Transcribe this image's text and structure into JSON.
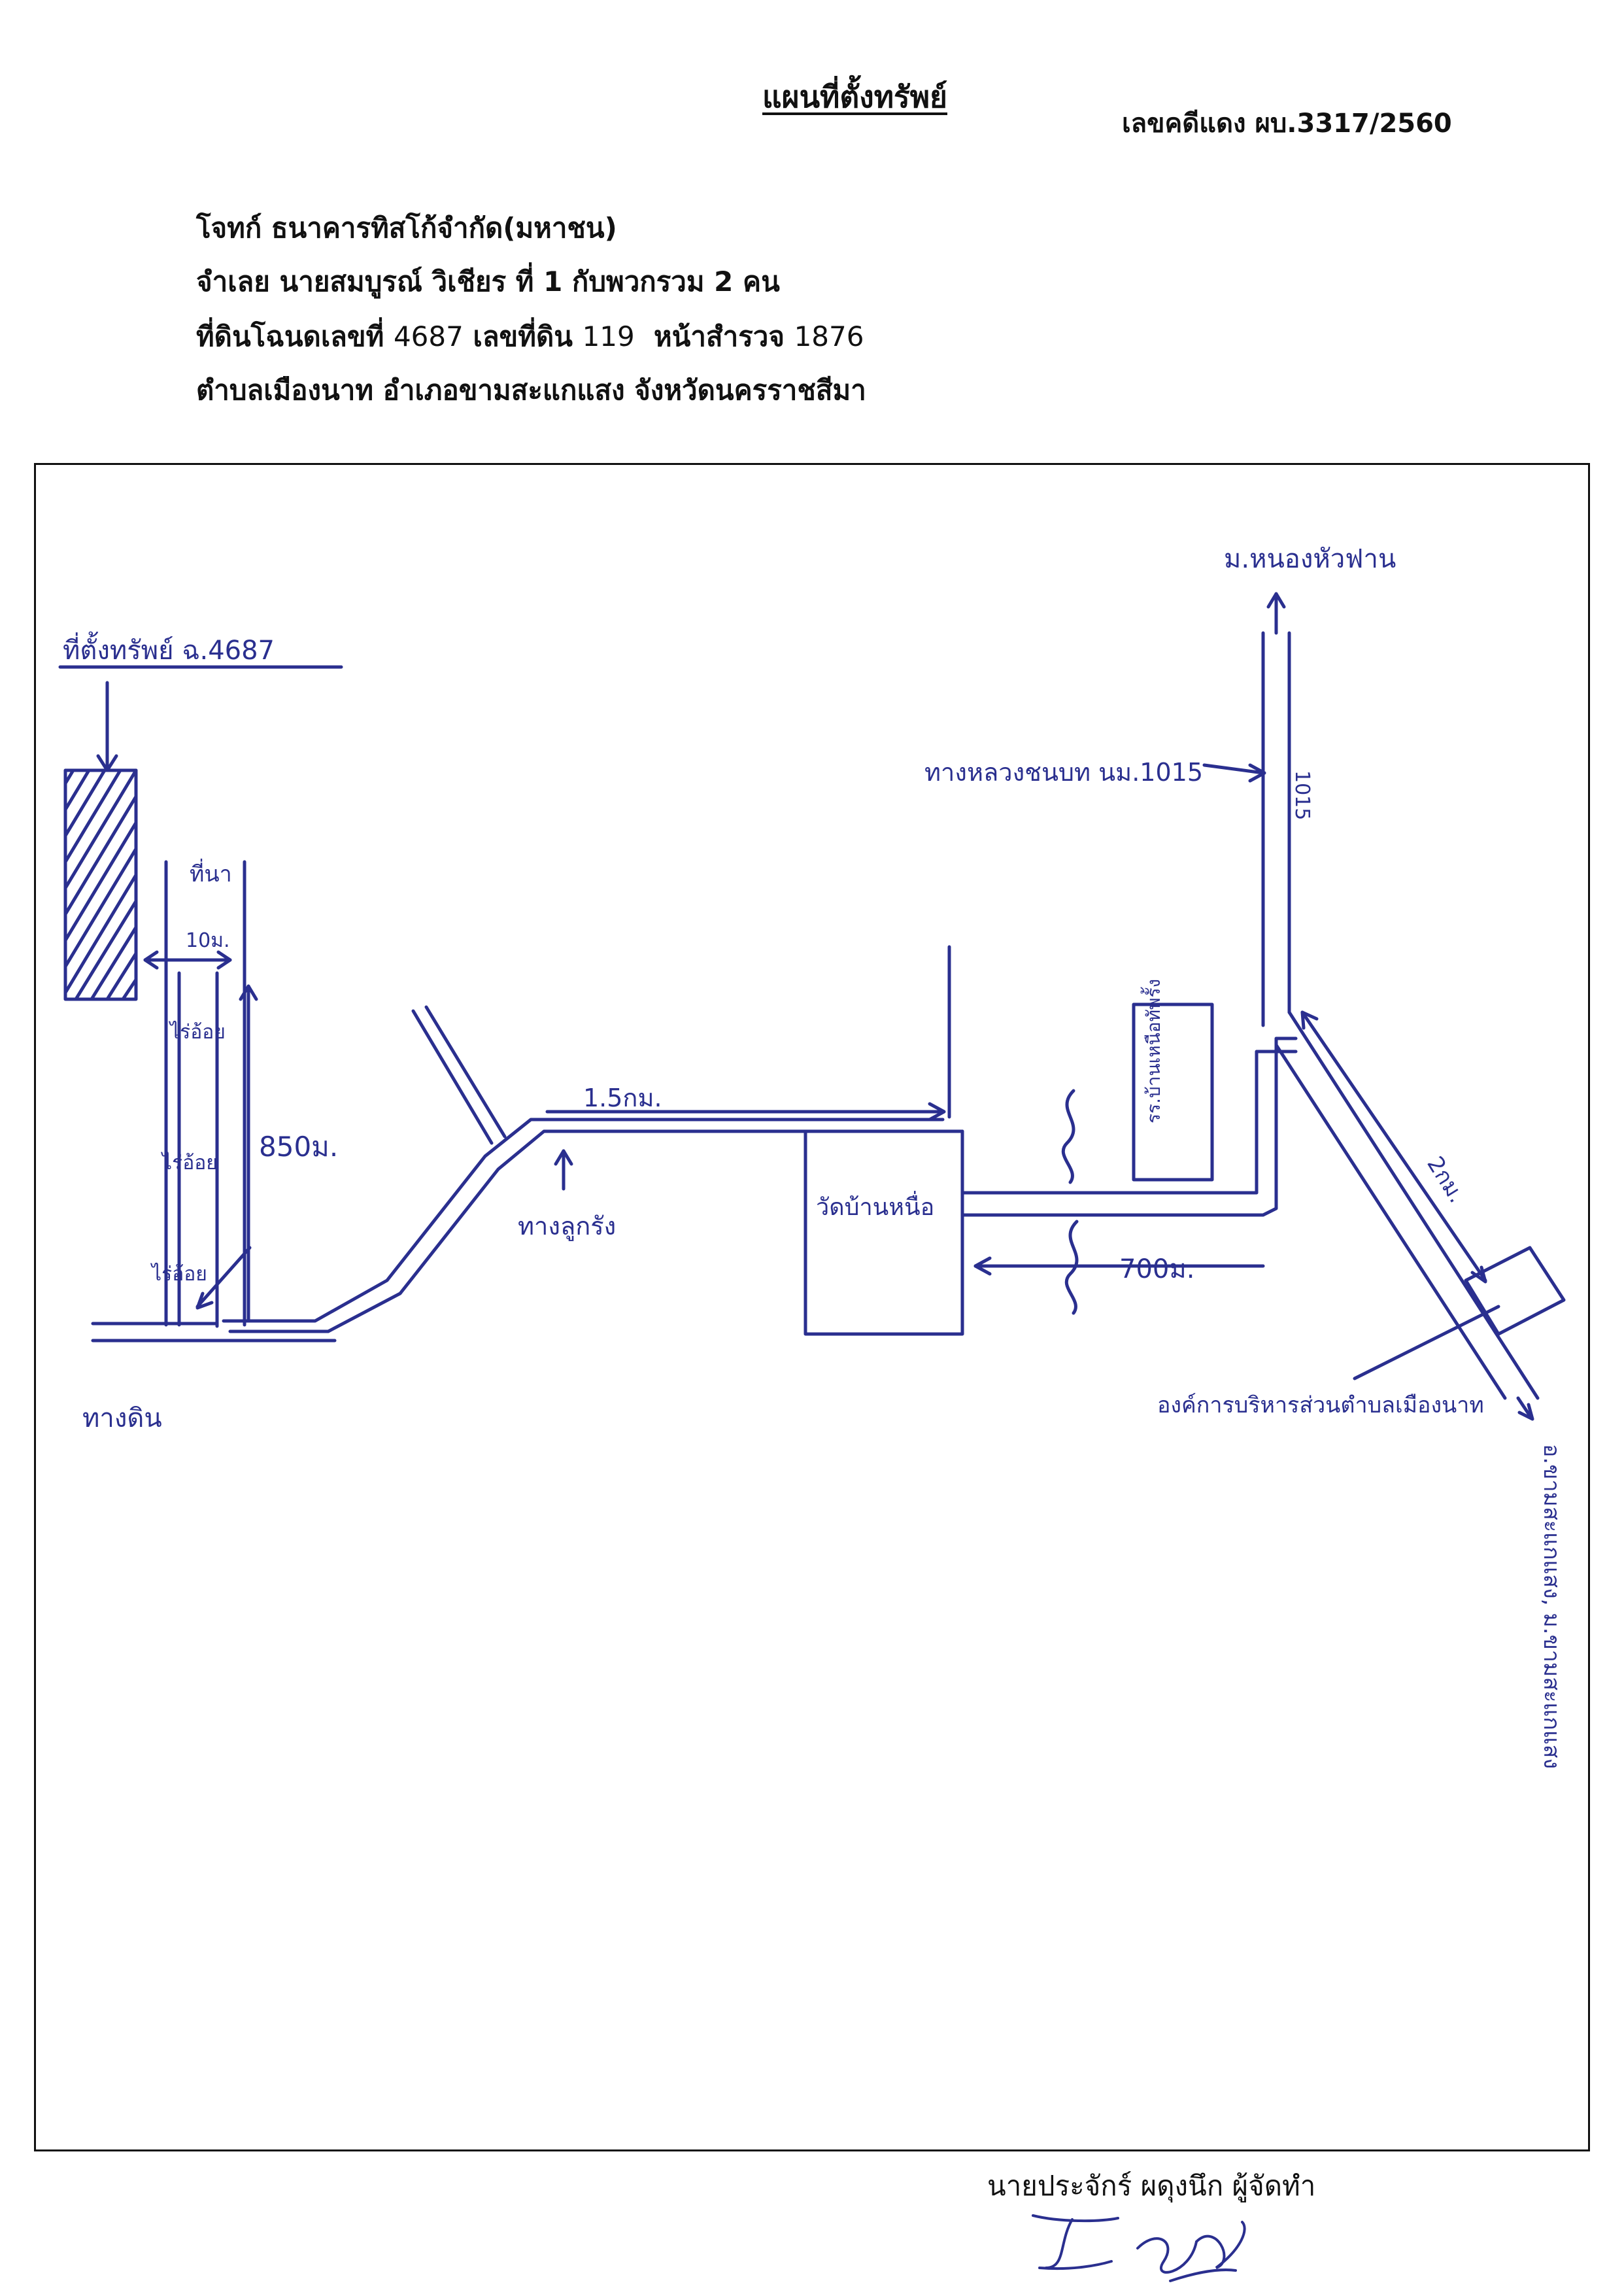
{
  "header": {
    "title": "แผนที่ตั้งทรัพย์",
    "case_number": "เลขคดีแดง ผบ.3317/2560",
    "plaintiff": "โจทก์ ธนาคารทิสโก้จำกัด(มหาชน)",
    "defendant": "จำเลย นายสมบูรณ์ วิเชียร   ที่ 1 กับพวกรวม 2 คน",
    "land_prefix": "ที่ดินโฉนดเลขที่",
    "deed_no": "4687",
    "land_no_label": "เลขที่ดิน",
    "land_no": "119",
    "survey_label": "หน้าสำรวจ",
    "survey_no": "1876",
    "location": "ตำบลเมืองนาท  อำเภอขามสะแกแสง  จังหวัดนครราชสีมา"
  },
  "map": {
    "ink_color": "#2a2f8f",
    "labels": {
      "property": "ที่ตั้งทรัพย์ ฉ.4687",
      "paddy_top": "ที่นา",
      "width_10m": "10ม.",
      "farm_1": "ไร่อ้อย",
      "farm_2": "ไร่อ้อย",
      "farm_3": "ไร่อ้อย",
      "dist_850": "850ม.",
      "dirt_road": "ทางดิน",
      "dist_1_5km": "1.5กม.",
      "asphalt_road": "ทางลูกรัง",
      "temple": "วัดบ้านหนื่อ",
      "dist_700": "700ม.",
      "school": "รร.บ้านเหนือทัพรั้ง",
      "rural_road": "ทางหลวงชนบท นม.1015",
      "road_no": "1015",
      "north_village": "ม.หนองหัวฟาน",
      "dist_2km": "2กม.",
      "tao": "องค์การบริหารส่วนตำบลเมืองนาท",
      "south_dir": "อ.ขามสะแกแสง, ม.ขามสะแกแสง"
    }
  },
  "footer": {
    "preparer": "นายประจักร์ ผดุงนึก ผู้จัดทำ"
  }
}
